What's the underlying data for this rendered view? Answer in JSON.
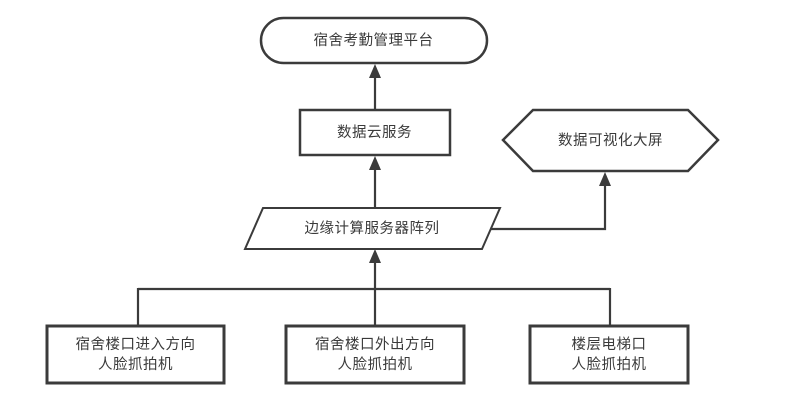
{
  "diagram": {
    "nodes": {
      "platform": {
        "label": "宿舍考勤管理平台",
        "shape": "stadium"
      },
      "cloud_service": {
        "label": "数据云服务",
        "shape": "rectangle"
      },
      "visualization_screen": {
        "label": "数据可视化大屏",
        "shape": "hexagon"
      },
      "edge_servers": {
        "label": "边缘计算服务器阵列",
        "shape": "parallelogram"
      },
      "camera_entry": {
        "label": "宿舍楼口进入方向\n人脸抓拍机",
        "shape": "rectangle"
      },
      "camera_exit": {
        "label": "宿舍楼口外出方向\n人脸抓拍机",
        "shape": "rectangle"
      },
      "camera_elevator": {
        "label": "楼层电梯口\n人脸抓拍机",
        "shape": "rectangle"
      }
    },
    "edges": [
      {
        "from": "camera_entry",
        "to": "edge_servers",
        "arrow": "shared-bus-up"
      },
      {
        "from": "camera_exit",
        "to": "edge_servers",
        "arrow": "shared-bus-up"
      },
      {
        "from": "camera_elevator",
        "to": "edge_servers",
        "arrow": "shared-bus-up"
      },
      {
        "from": "edge_servers",
        "to": "cloud_service",
        "arrow": "up"
      },
      {
        "from": "edge_servers",
        "to": "visualization_screen",
        "arrow": "elbow-right-up"
      },
      {
        "from": "cloud_service",
        "to": "platform",
        "arrow": "up"
      }
    ],
    "colors": {
      "background": "#ffffff",
      "stroke": "#3b3b3b",
      "text": "#3a3a3a"
    }
  }
}
